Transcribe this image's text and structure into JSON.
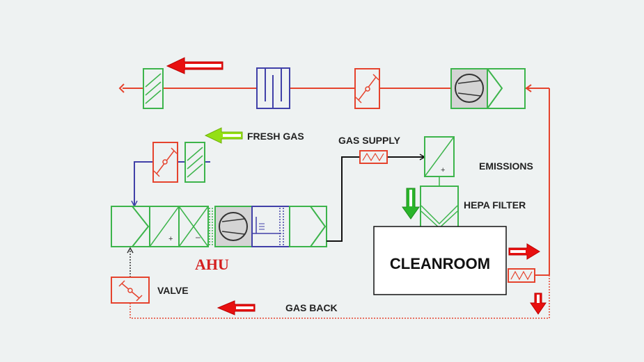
{
  "labels": {
    "fresh_gas": "FRESH GAS",
    "gas_supply": "GAS SUPPLY",
    "emissions": "EMISSIONS",
    "hepa_filter": "HEPA FILTER",
    "cleanroom": "CLEANROOM",
    "ahu": "AHU",
    "valve": "VALVE",
    "gas_back": "GAS BACK"
  },
  "colors": {
    "background": "#eef2f2",
    "green": "#3cb44b",
    "red": "#e5432d",
    "blue": "#4040a8",
    "dark": "#111111",
    "fan_fill": "#d4d4d4",
    "arrow_red": "#e81010",
    "arrow_green": "#2ab52a",
    "arrow_lime": "#94e014",
    "ahu_text": "#d42020"
  }
}
